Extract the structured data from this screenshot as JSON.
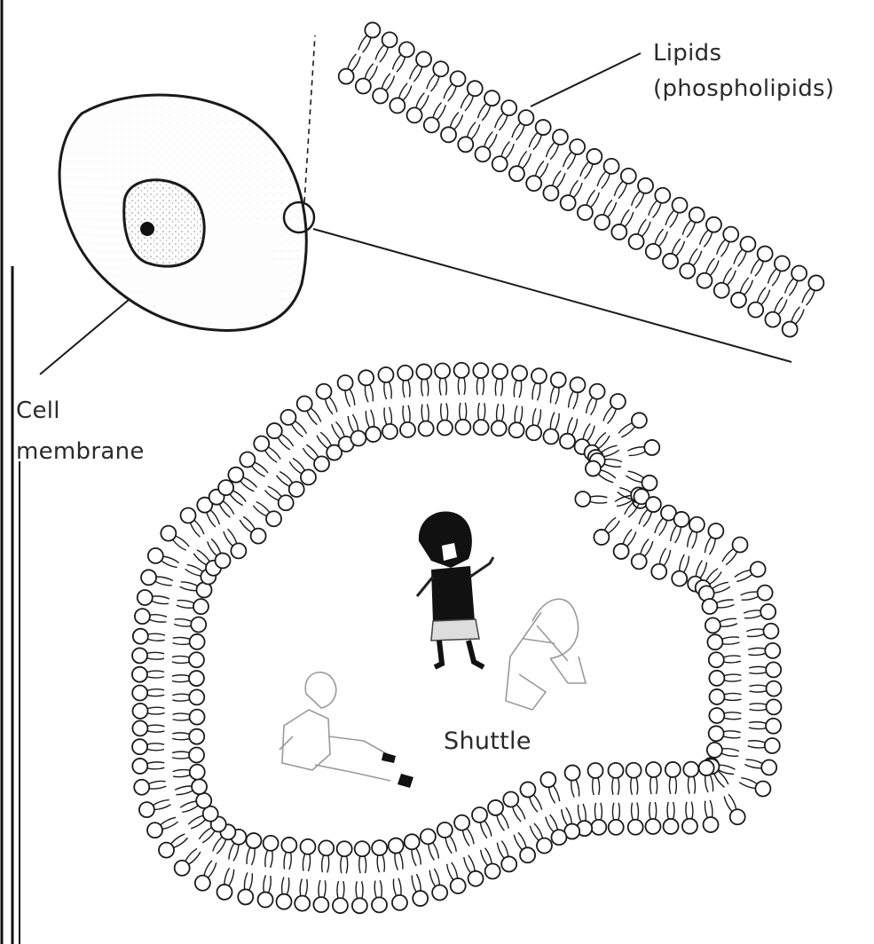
{
  "labels": {
    "lipids_line1": "Lipids",
    "lipids_line2": "(phospholipids)",
    "cell_line1": "Cell",
    "cell_line2": "membrane",
    "shuttle": "Shuttle"
  },
  "colors": {
    "ink": "#1a1a1a",
    "stipple": "#8a8a8a",
    "sketch_light": "#9a9a9a"
  },
  "icons": [
    "cell-icon",
    "nucleus-icon",
    "phospholipid-bilayer",
    "vesicle-shuttle",
    "figure-dark-hair",
    "figure-sketch-light"
  ]
}
